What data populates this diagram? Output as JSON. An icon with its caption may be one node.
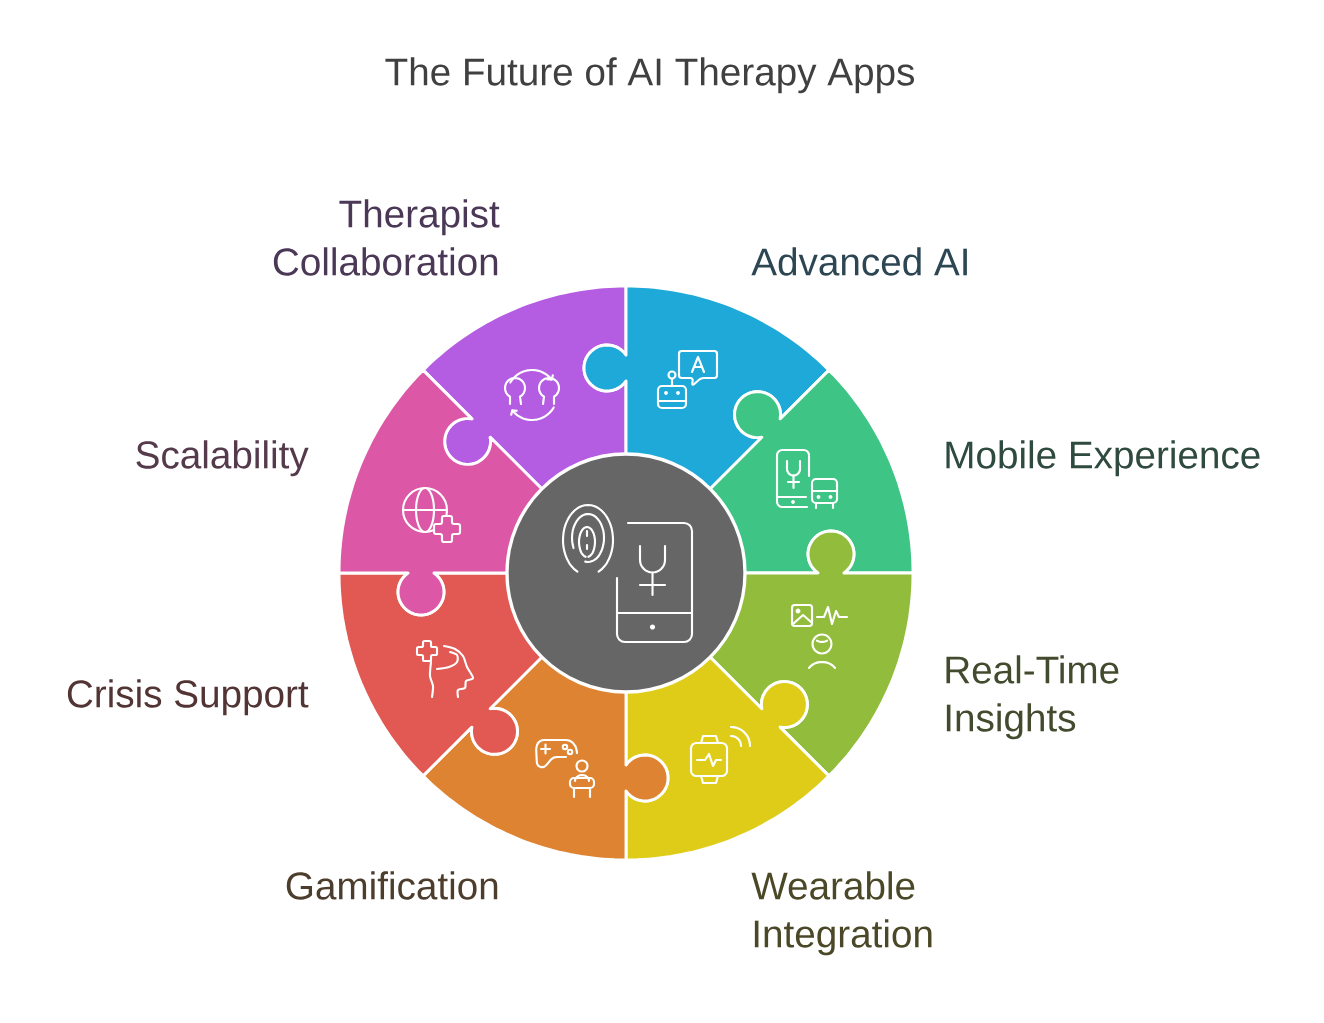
{
  "diagram": {
    "title": "The Future of AI Therapy Apps",
    "nodes": [
      {
        "text": [
          "Therapist Collaboration"
        ]
      },
      {
        "text": [
          "Advanced AI"
        ]
      },
      {
        "text": [
          "Mobile Experience"
        ]
      },
      {
        "text": [
          "Real-Time Insights"
        ]
      },
      {
        "text": [
          "Wearable Integration"
        ]
      },
      {
        "text": [
          "Gamification"
        ]
      },
      {
        "text": [
          "Crisis Support"
        ]
      },
      {
        "text": [
          "Scalability"
        ]
      },
      {
        "text": [],
        "shape": "circle"
      }
    ]
  }
}
